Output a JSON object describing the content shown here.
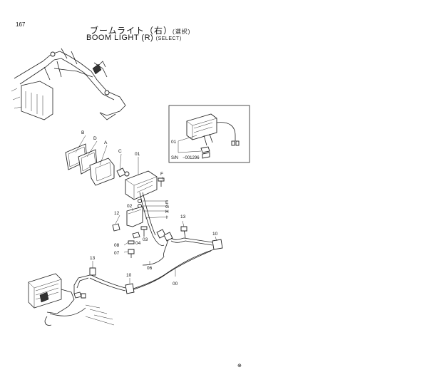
{
  "page_number": "167",
  "title": {
    "jp": "ブームライト（右）",
    "jp_sub": "(選択)",
    "en": "BOOM  LIGHT (R)",
    "en_sub": "(SELECT)"
  },
  "inset": {
    "callout": "01",
    "serial": "S/N　−001296"
  },
  "labels": {
    "B": "B",
    "D": "D",
    "A": "A",
    "C": "C",
    "01": "01",
    "F": "F",
    "E": "E",
    "G": "G",
    "H": "H",
    "I": "I",
    "12": "12",
    "02": "02",
    "03": "03",
    "04": "04",
    "08": "08",
    "07": "07",
    "06": "06",
    "00": "00",
    "13a": "13",
    "13b": "13",
    "10a": "10",
    "10b": "10"
  },
  "footer_mark": "⊕"
}
